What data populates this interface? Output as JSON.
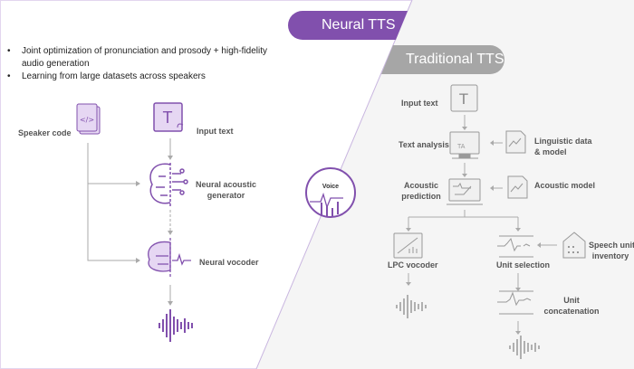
{
  "neural": {
    "title": "Neural TTS",
    "bullets": [
      "Joint optimization of pronunciation and prosody + high-fidelity",
      "audio generation",
      "Learning from large datasets across speakers"
    ],
    "speaker_code": "Speaker code",
    "input_text": "Input text",
    "acoustic_gen_1": "Neural acoustic",
    "acoustic_gen_2": "generator",
    "vocoder": "Neural vocoder"
  },
  "voice": "Voice",
  "traditional": {
    "title": "Traditional TTS",
    "input_text": "Input text",
    "text_analysis": "Text analysis",
    "linguistic_1": "Linguistic data",
    "linguistic_2": "& model",
    "acoustic_pred_1": "Acoustic",
    "acoustic_pred_2": "prediction",
    "acoustic_model": "Acoustic model",
    "lpc": "LPC vocoder",
    "unit_selection": "Unit selection",
    "inventory_1": "Speech unit",
    "inventory_2": "inventory",
    "concat_1": "Unit",
    "concat_2": "concatenation"
  },
  "colors": {
    "purple": "#8150ad",
    "gray": "#a6a6a6",
    "light_purple": "#e6d7f3"
  }
}
